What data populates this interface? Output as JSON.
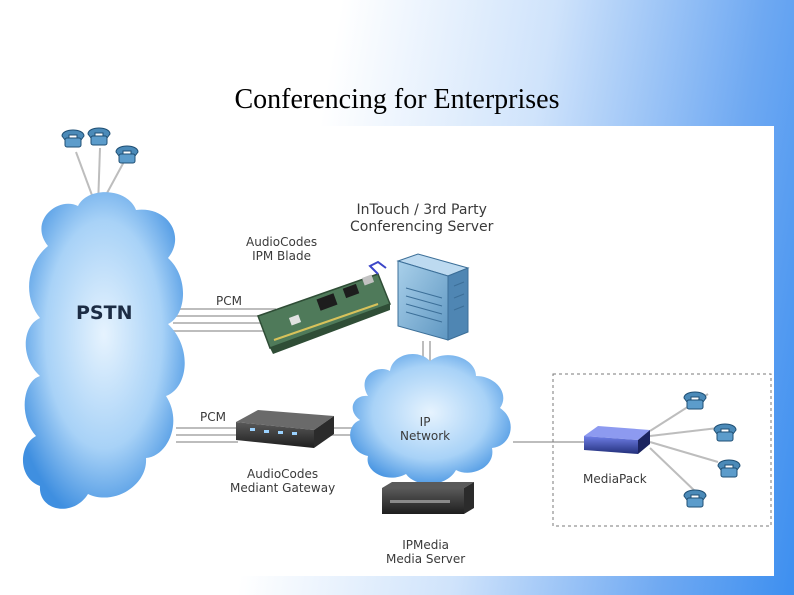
{
  "slide": {
    "title": "Conferencing for Enterprises"
  },
  "diagram": {
    "pstn": "PSTN",
    "ipm_blade": [
      "AudioCodes",
      "IPM Blade"
    ],
    "conf_server": [
      "InTouch / 3rd Party",
      "Conferencing Server"
    ],
    "pcm_top": "PCM",
    "pcm_bottom": "PCM",
    "ip_network": [
      "IP",
      "Network"
    ],
    "mediant": [
      "AudioCodes",
      "Mediant Gateway"
    ],
    "ipmedia": [
      "IPMedia",
      "Media Server"
    ],
    "mediapack": "MediaPack"
  },
  "colors": {
    "cloud_light": "#bfe0fb",
    "cloud_dark": "#3f8fe0",
    "server_blue": "#7fb4d8",
    "board_green": "#4f7a5a"
  }
}
